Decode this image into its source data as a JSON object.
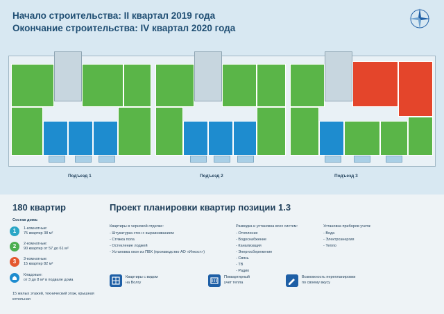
{
  "header": {
    "start": "Начало строительства: II квартал 2019 года",
    "end": "Окончание строительства: IV квартал 2020 года"
  },
  "plan": {
    "entrances": [
      "Подъезд 1",
      "Подъезд 2",
      "Подъезд 3"
    ]
  },
  "info": {
    "count_title": "180 квартир",
    "project_title": "Проект планировки квартир позиции 1.3",
    "composition_title": "Состав дома:",
    "legend": [
      {
        "num": "1",
        "head": "1-комнатные:",
        "sub": "75 квартир 38 м²",
        "color": "#2aa6c6"
      },
      {
        "num": "2",
        "head": "2-комнатные:",
        "sub": "90 квартир от 57 до 61 м²",
        "color": "#4caf50"
      },
      {
        "num": "3",
        "head": "3-комнатные:",
        "sub": "15 квартир 82 м²",
        "color": "#e4572e"
      }
    ],
    "storage": {
      "head": "Кладовые:",
      "sub": "от 3 до 8 м² в подвале дома",
      "color": "#1e8ccf"
    },
    "footnote": "15 жилых этажей, технический этаж, крышная котельная",
    "rough_finish": {
      "title": "Квартиры в черновой отделке:",
      "items": [
        "- Штукатурка стен с выравниванием",
        "- Стяжка пола",
        "- Остекление лоджей",
        "- Установка окон из ПВХ (производство АО «Инкост»)"
      ]
    },
    "systems": {
      "title": "Разводка и установка всех систем:",
      "items": [
        "- Отопление",
        "- Водоснабжение",
        "- Канализация",
        "- Энергосбережение",
        "- Связь",
        "- ТВ",
        "- Радио"
      ]
    },
    "meters": {
      "title": "Установка приборов учета:",
      "items": [
        "- Вода",
        "- Электроэнергия",
        "- Тепло"
      ]
    },
    "features": [
      {
        "icon": "window-view-icon",
        "text1": "Квартиры с видом",
        "text2": "на Волгу"
      },
      {
        "icon": "heat-meter-icon",
        "text1": "Поквартирный",
        "text2": "учет тепла"
      },
      {
        "icon": "redesign-icon",
        "text1": "Возможность перепланировки",
        "text2": "по своему вкусу"
      }
    ]
  }
}
